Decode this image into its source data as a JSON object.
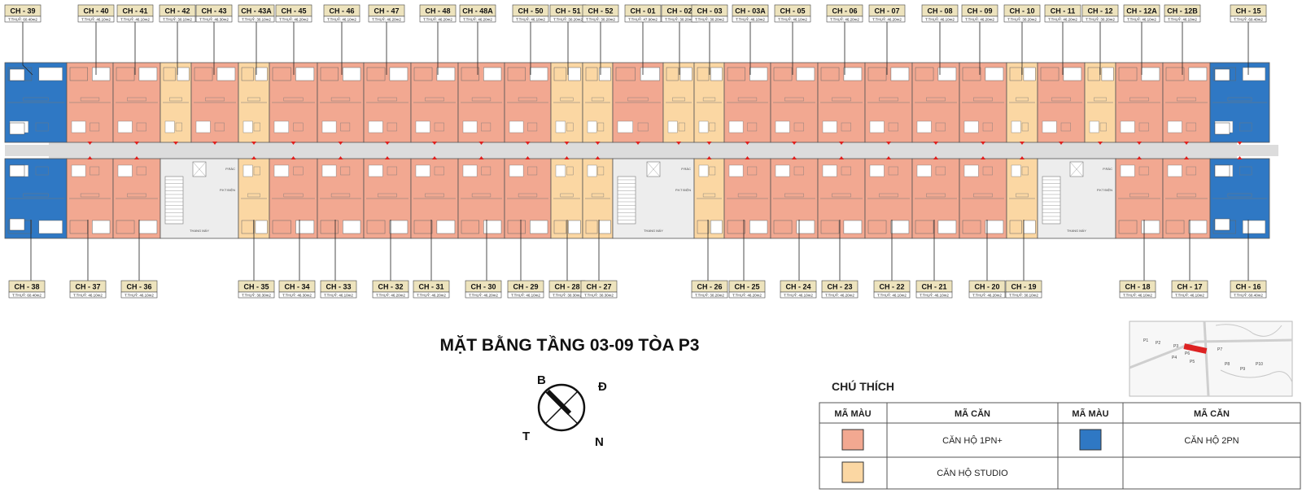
{
  "colors": {
    "one_bedroom": "#f2a891",
    "studio": "#fbd7a3",
    "two_bedroom": "#2f78c4",
    "corridor": "#dcdcdc",
    "tag_fill": "#ede3bd",
    "door_marker": "#e0201e"
  },
  "title": "MẶT BẰNG TẦNG 03-09 TÒA P3",
  "compass": {
    "north": "B",
    "east": "Đ",
    "west": "T",
    "south": "N"
  },
  "legend": {
    "title": "CHÚ THÍCH",
    "col_color": "MÃ MÀU",
    "col_unit": "MÃ CĂN",
    "one_bedroom": "CĂN HỘ 1PN+",
    "two_bedroom": "CĂN HỘ 2PN",
    "studio": "CĂN HỘ STUDIO"
  },
  "core_labels": {
    "elevator": "THANG MÁY",
    "trash": "P.RÁC",
    "electric": "P.KT ĐIỆN"
  },
  "key_map": {
    "labels": [
      "P1",
      "P2",
      "P3",
      "P4",
      "P5",
      "P6",
      "P7",
      "P8",
      "P9",
      "P10"
    ]
  },
  "top_tags": [
    {
      "code": "CH - 39",
      "area": "T.THUỶ: 60.40m2"
    },
    {
      "code": "CH - 40",
      "area": "T.THUỶ: 46.10m2"
    },
    {
      "code": "CH - 41",
      "area": "T.THUỶ: 46.10m2"
    },
    {
      "code": "CH - 42",
      "area": "T.THUỶ: 30.10m2"
    },
    {
      "code": "CH - 43",
      "area": "T.THUỶ: 46.30m2"
    },
    {
      "code": "CH - 43A",
      "area": "T.THUỶ: 30.10m2"
    },
    {
      "code": "CH - 45",
      "area": "T.THUỶ: 46.20m2"
    },
    {
      "code": "CH - 46",
      "area": "T.THUỶ: 46.10m2"
    },
    {
      "code": "CH - 47",
      "area": "T.THUỶ: 46.20m2"
    },
    {
      "code": "CH - 48",
      "area": "T.THUỶ: 46.20m2"
    },
    {
      "code": "CH - 48A",
      "area": "T.THUỶ: 46.20m2"
    },
    {
      "code": "CH - 50",
      "area": "T.THUỶ: 46.10m2"
    },
    {
      "code": "CH - 51",
      "area": "T.THUỶ: 30.20m2"
    },
    {
      "code": "CH - 52",
      "area": "T.THUỶ: 30.20m2"
    },
    {
      "code": "CH - 01",
      "area": "T.THUỶ: 47.90m2"
    },
    {
      "code": "CH - 02",
      "area": "T.THUỶ: 30.20m2"
    },
    {
      "code": "CH - 03",
      "area": "T.THUỶ: 30.20m2"
    },
    {
      "code": "CH - 03A",
      "area": "T.THUỶ: 46.10m2"
    },
    {
      "code": "CH - 05",
      "area": "T.THUỶ: 46.10m2"
    },
    {
      "code": "CH - 06",
      "area": "T.THUỶ: 46.20m2"
    },
    {
      "code": "CH - 07",
      "area": "T.THUỶ: 46.20m2"
    },
    {
      "code": "CH - 08",
      "area": "T.THUỶ: 46.10m2"
    },
    {
      "code": "CH - 09",
      "area": "T.THUỶ: 46.20m2"
    },
    {
      "code": "CH - 10",
      "area": "T.THUỶ: 30.20m2"
    },
    {
      "code": "CH - 11",
      "area": "T.THUỶ: 46.20m2"
    },
    {
      "code": "CH - 12",
      "area": "T.THUỶ: 30.20m2"
    },
    {
      "code": "CH - 12A",
      "area": "T.THUỶ: 46.10m2"
    },
    {
      "code": "CH - 12B",
      "area": "T.THUỶ: 46.10m2"
    },
    {
      "code": "CH - 15",
      "area": "T.THUỶ: 60.40m2"
    }
  ],
  "bottom_tags": [
    {
      "code": "CH - 38",
      "area": "T.THUỶ: 60.40m2"
    },
    {
      "code": "CH - 37",
      "area": "T.THUỶ: 46.10m2"
    },
    {
      "code": "CH - 36",
      "area": "T.THUỶ: 46.10m2"
    },
    {
      "code": "CH - 35",
      "area": "T.THUỶ: 30.30m2"
    },
    {
      "code": "CH - 34",
      "area": "T.THUỶ: 46.30m2"
    },
    {
      "code": "CH - 33",
      "area": "T.THUỶ: 46.10m2"
    },
    {
      "code": "CH - 32",
      "area": "T.THUỶ: 46.20m2"
    },
    {
      "code": "CH - 31",
      "area": "T.THUỶ: 46.20m2"
    },
    {
      "code": "CH - 30",
      "area": "T.THUỶ: 46.20m2"
    },
    {
      "code": "CH - 29",
      "area": "T.THUỶ: 46.10m2"
    },
    {
      "code": "CH - 28",
      "area": "T.THUỶ: 30.30m2"
    },
    {
      "code": "CH - 27",
      "area": "T.THUỶ: 30.30m2"
    },
    {
      "code": "CH - 26",
      "area": "T.THUỶ: 30.20m2"
    },
    {
      "code": "CH - 25",
      "area": "T.THUỶ: 46.20m2"
    },
    {
      "code": "CH - 24",
      "area": "T.THUỶ: 46.10m2"
    },
    {
      "code": "CH - 23",
      "area": "T.THUỶ: 46.20m2"
    },
    {
      "code": "CH - 22",
      "area": "T.THUỶ: 46.10m2"
    },
    {
      "code": "CH - 21",
      "area": "T.THUỶ: 46.10m2"
    },
    {
      "code": "CH - 20",
      "area": "T.THUỶ: 46.20m2"
    },
    {
      "code": "CH - 19",
      "area": "T.THUỶ: 30.10m2"
    },
    {
      "code": "CH - 18",
      "area": "T.THUỶ: 46.10m2"
    },
    {
      "code": "CH - 17",
      "area": "T.THUỶ: 46.10m2"
    },
    {
      "code": "CH - 16",
      "area": "T.THUỶ: 60.40m2"
    }
  ],
  "top_units": [
    {
      "type": "two_bedroom"
    },
    {
      "type": "one_bedroom"
    },
    {
      "type": "one_bedroom"
    },
    {
      "type": "studio"
    },
    {
      "type": "one_bedroom"
    },
    {
      "type": "studio"
    },
    {
      "type": "one_bedroom"
    },
    {
      "type": "one_bedroom"
    },
    {
      "type": "one_bedroom"
    },
    {
      "type": "one_bedroom"
    },
    {
      "type": "one_bedroom"
    },
    {
      "type": "one_bedroom"
    },
    {
      "type": "studio"
    },
    {
      "type": "studio"
    },
    {
      "type": "one_bedroom"
    },
    {
      "type": "studio"
    },
    {
      "type": "studio"
    },
    {
      "type": "one_bedroom"
    },
    {
      "type": "one_bedroom"
    },
    {
      "type": "one_bedroom"
    },
    {
      "type": "one_bedroom"
    },
    {
      "type": "one_bedroom"
    },
    {
      "type": "one_bedroom"
    },
    {
      "type": "studio"
    },
    {
      "type": "one_bedroom"
    },
    {
      "type": "studio"
    },
    {
      "type": "one_bedroom"
    },
    {
      "type": "one_bedroom"
    },
    {
      "type": "two_bedroom"
    }
  ],
  "bottom_units": [
    {
      "type": "two_bedroom"
    },
    {
      "type": "one_bedroom"
    },
    {
      "type": "one_bedroom"
    },
    {
      "type": "core"
    },
    {
      "type": "studio"
    },
    {
      "type": "one_bedroom"
    },
    {
      "type": "one_bedroom"
    },
    {
      "type": "one_bedroom"
    },
    {
      "type": "one_bedroom"
    },
    {
      "type": "one_bedroom"
    },
    {
      "type": "one_bedroom"
    },
    {
      "type": "studio"
    },
    {
      "type": "studio"
    },
    {
      "type": "core"
    },
    {
      "type": "studio"
    },
    {
      "type": "one_bedroom"
    },
    {
      "type": "one_bedroom"
    },
    {
      "type": "one_bedroom"
    },
    {
      "type": "one_bedroom"
    },
    {
      "type": "one_bedroom"
    },
    {
      "type": "one_bedroom"
    },
    {
      "type": "studio"
    },
    {
      "type": "core"
    },
    {
      "type": "one_bedroom"
    },
    {
      "type": "one_bedroom"
    },
    {
      "type": "two_bedroom"
    }
  ]
}
